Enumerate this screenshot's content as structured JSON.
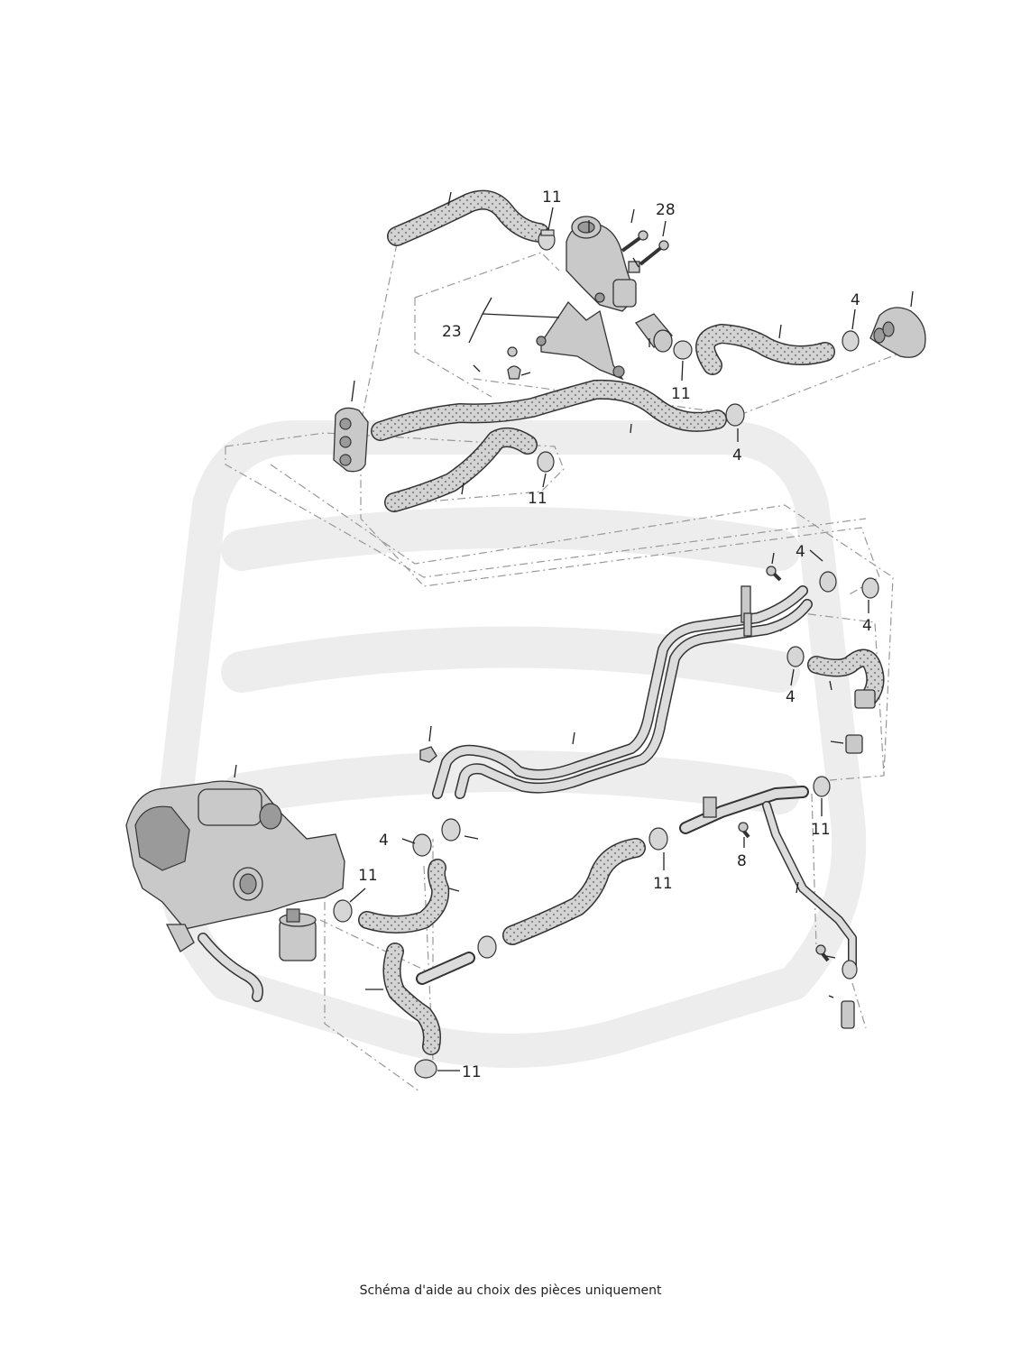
{
  "caption": "Schéma d'aide au choix des pièces uniquement",
  "callouts": {
    "c11_top": "11",
    "c28": "28",
    "c23": "23",
    "c4_topright": "4",
    "c11_mid": "11",
    "c4_mid": "4",
    "c11_left": "11",
    "c4_right_top": "4",
    "c4_right_side": "4",
    "c4_right_low": "4",
    "c4_left": "4",
    "c11_engine": "11",
    "c11_center": "11",
    "c8": "8",
    "c11_right": "11",
    "c11_bottom": "11"
  },
  "colors": {
    "hose": "#cfcfcf",
    "outline": "#333333",
    "watermark": "#ececec"
  }
}
